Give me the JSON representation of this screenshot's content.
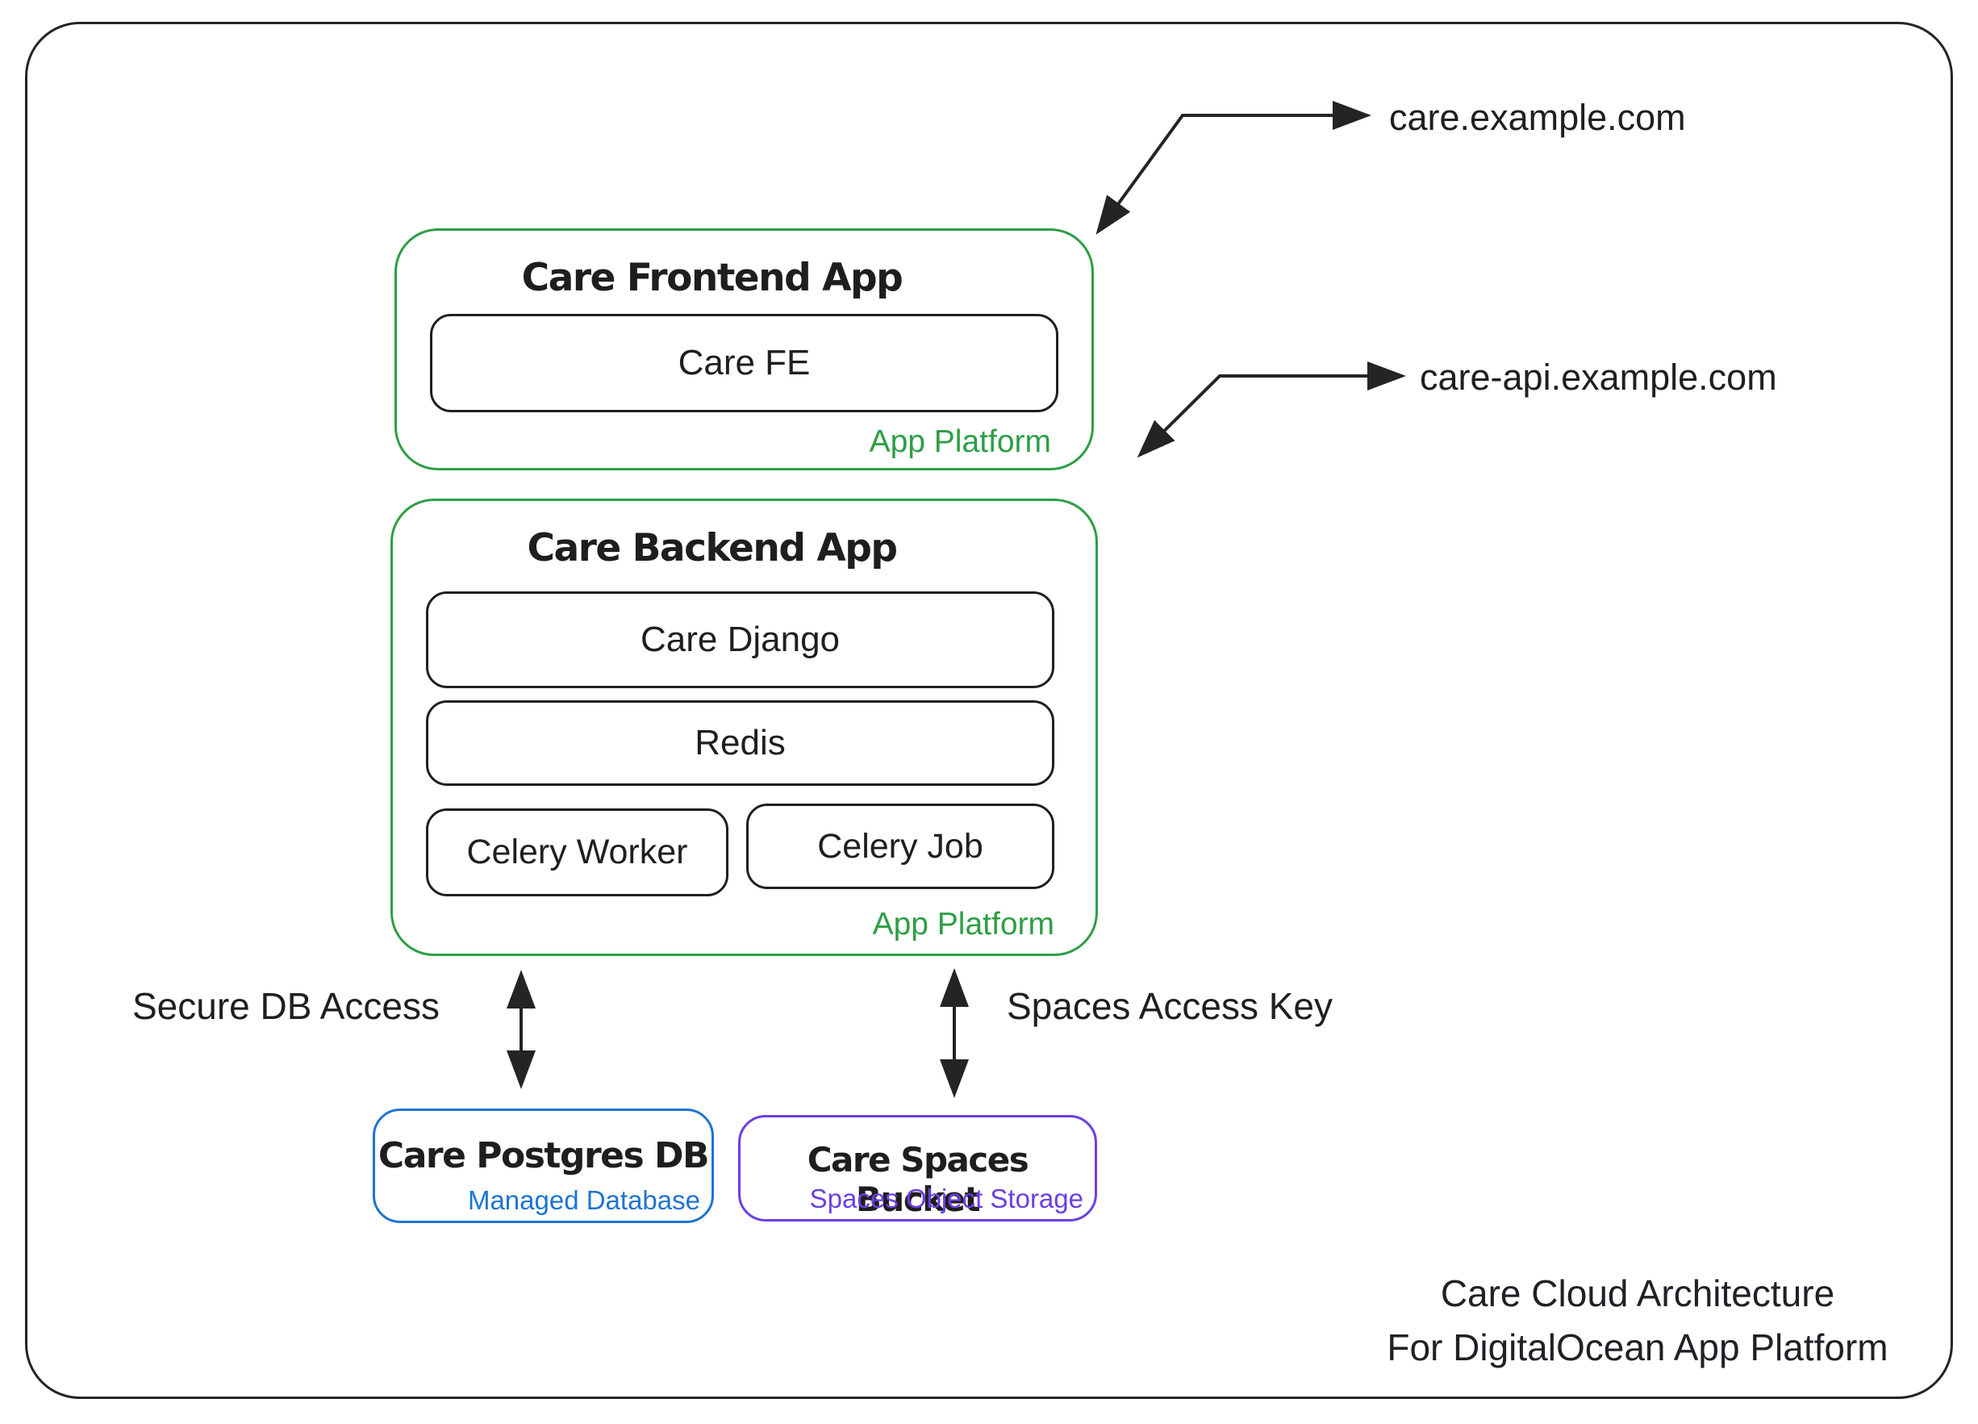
{
  "colors": {
    "platform_border": "#2E9E46",
    "database_border": "#1D74D2",
    "storage_border": "#6C3FE4",
    "ink": "#242424"
  },
  "frontend_app": {
    "title": "Care Frontend App",
    "platform_label": "App Platform",
    "components": [
      {
        "label": "Care FE"
      }
    ]
  },
  "backend_app": {
    "title": "Care Backend App",
    "platform_label": "App Platform",
    "components": [
      {
        "label": "Care Django"
      },
      {
        "label": "Redis"
      },
      {
        "label": "Celery Worker"
      },
      {
        "label": "Celery Job"
      }
    ]
  },
  "stores": {
    "postgres": {
      "title": "Care Postgres DB",
      "subtitle": "Managed Database"
    },
    "spaces": {
      "title": "Care Spaces Bucket",
      "subtitle": "Spaces Object Storage"
    }
  },
  "domains": {
    "frontend": "care.example.com",
    "backend": "care-api.example.com"
  },
  "connections": {
    "db_label": "Secure DB Access",
    "spaces_label": "Spaces Access Key"
  },
  "caption": {
    "line1": "Care Cloud Architecture",
    "line2": "For DigitalOcean App Platform"
  }
}
